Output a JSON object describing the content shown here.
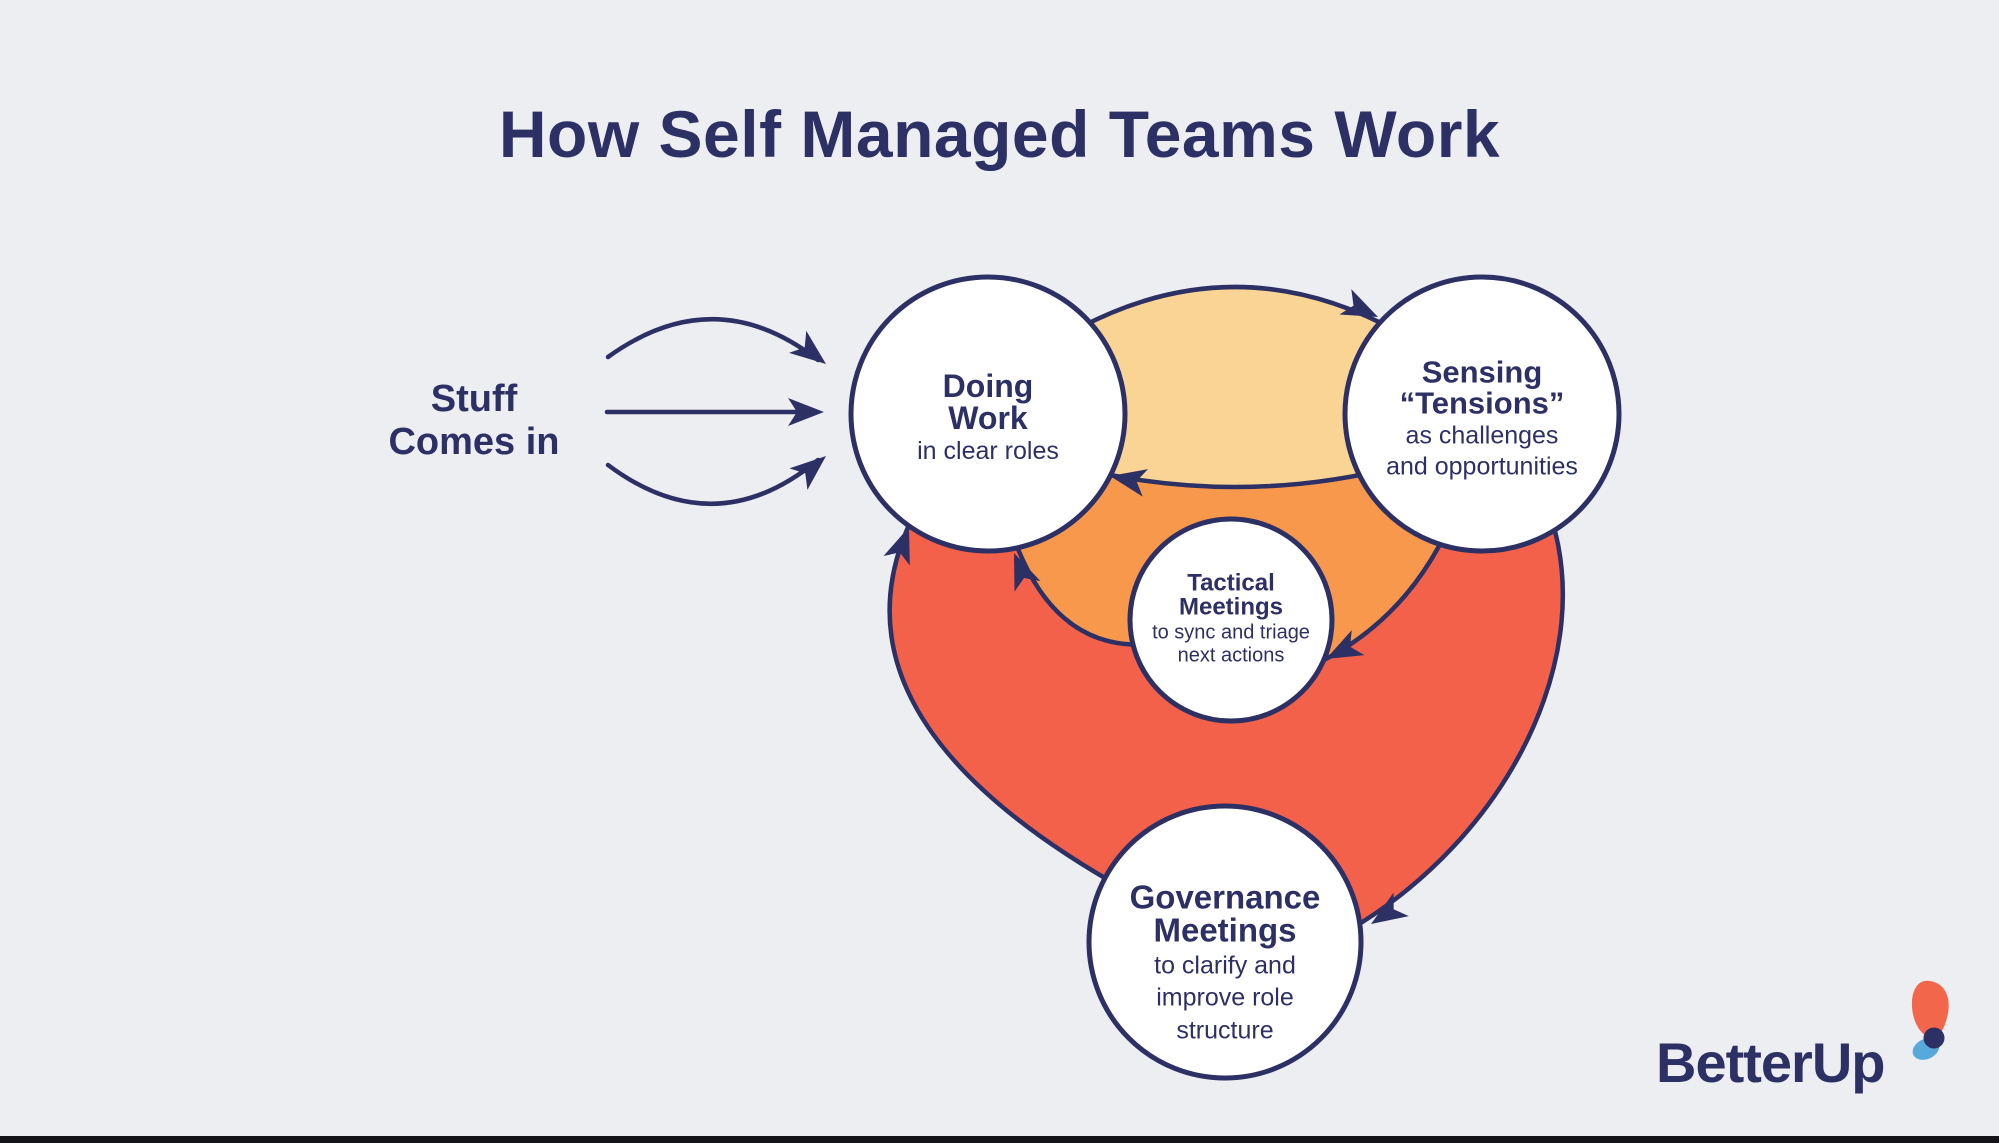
{
  "title": "How Self Managed Teams Work",
  "input": {
    "label_lines": [
      "Stuff",
      "Comes in"
    ]
  },
  "nodes": {
    "doing_work": {
      "title_lines": [
        "Doing",
        "Work"
      ],
      "subtitle_lines": [
        "in clear roles"
      ]
    },
    "sensing_tensions": {
      "title_lines": [
        "Sensing",
        "“Tensions”"
      ],
      "subtitle_lines": [
        "as challenges",
        "and opportunities"
      ]
    },
    "tactical_meetings": {
      "title_lines": [
        "Tactical",
        "Meetings"
      ],
      "subtitle_lines": [
        "to sync and triage",
        "next actions"
      ]
    },
    "governance_meetings": {
      "title_lines": [
        "Governance",
        "Meetings"
      ],
      "subtitle_lines": [
        "to clarify and",
        "improve role",
        "structure"
      ]
    }
  },
  "logo": {
    "wordmark": "BetterUp"
  },
  "colors": {
    "background": "#EDEEF2",
    "navy": "#2D3064",
    "band_yellow": "#FAD494",
    "band_orange": "#F8984C",
    "band_red": "#F4614B",
    "circle_fill": "#FFFFFF",
    "logo_coral": "#F2664C",
    "logo_blue": "#57A9DC",
    "footer_bar": "#131318"
  }
}
